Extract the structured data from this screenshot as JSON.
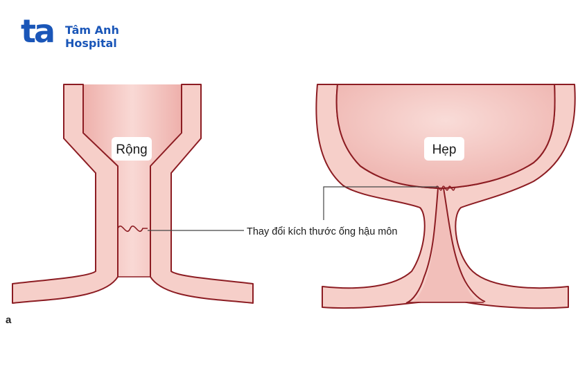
{
  "logo": {
    "mark": "ta",
    "line1": "Tâm Anh",
    "line2": "Hospital"
  },
  "panel_letter": "a",
  "left_diagram": {
    "label": "Rộng"
  },
  "right_diagram": {
    "label": "Hẹp"
  },
  "annotation": "Thay đổi kích thước ống hậu môn",
  "colors": {
    "brand": "#1a56b8",
    "tissue_fill": "#f6cfc9",
    "lumen_fill": "#f1b9b4",
    "outline": "#8c1c22",
    "leader": "#444444"
  }
}
